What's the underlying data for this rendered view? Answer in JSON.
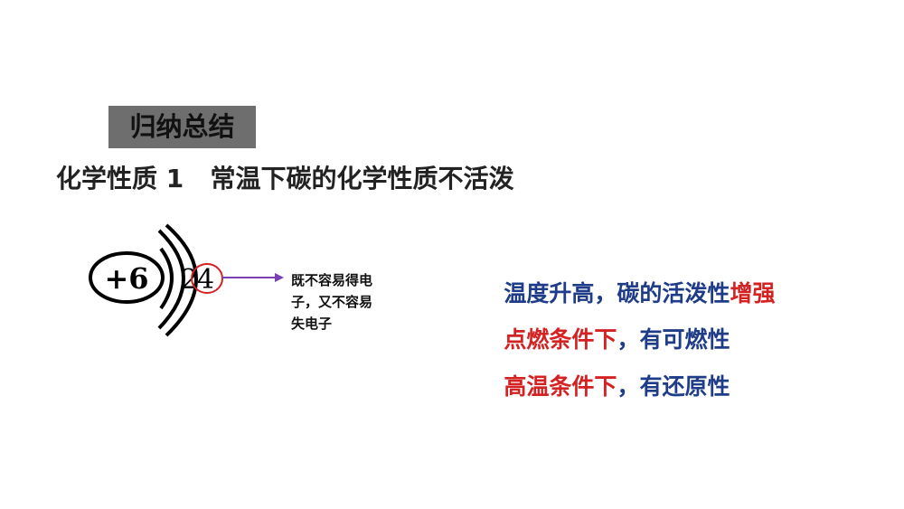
{
  "badge": "归纳总结",
  "heading": "化学性质 1   常温下碳的化学性质不活泼",
  "atom": {
    "nucleus": "+6",
    "shell1": "2",
    "shell2": "4"
  },
  "note": [
    "既不容易得电",
    "子，又不容易",
    "失电子"
  ],
  "lines": [
    [
      {
        "text": "温度升高，碳的活泼性",
        "color": "blue"
      },
      {
        "text": "增强",
        "color": "red"
      }
    ],
    [
      {
        "text": "点燃条件下",
        "color": "red"
      },
      {
        "text": "，有可燃性",
        "color": "blue"
      }
    ],
    [
      {
        "text": "高温条件下",
        "color": "red"
      },
      {
        "text": "，有还原性",
        "color": "blue"
      }
    ]
  ],
  "colors": {
    "blue": "#1f3c88",
    "red": "#d42222",
    "arrow": "#7a3fb0"
  }
}
